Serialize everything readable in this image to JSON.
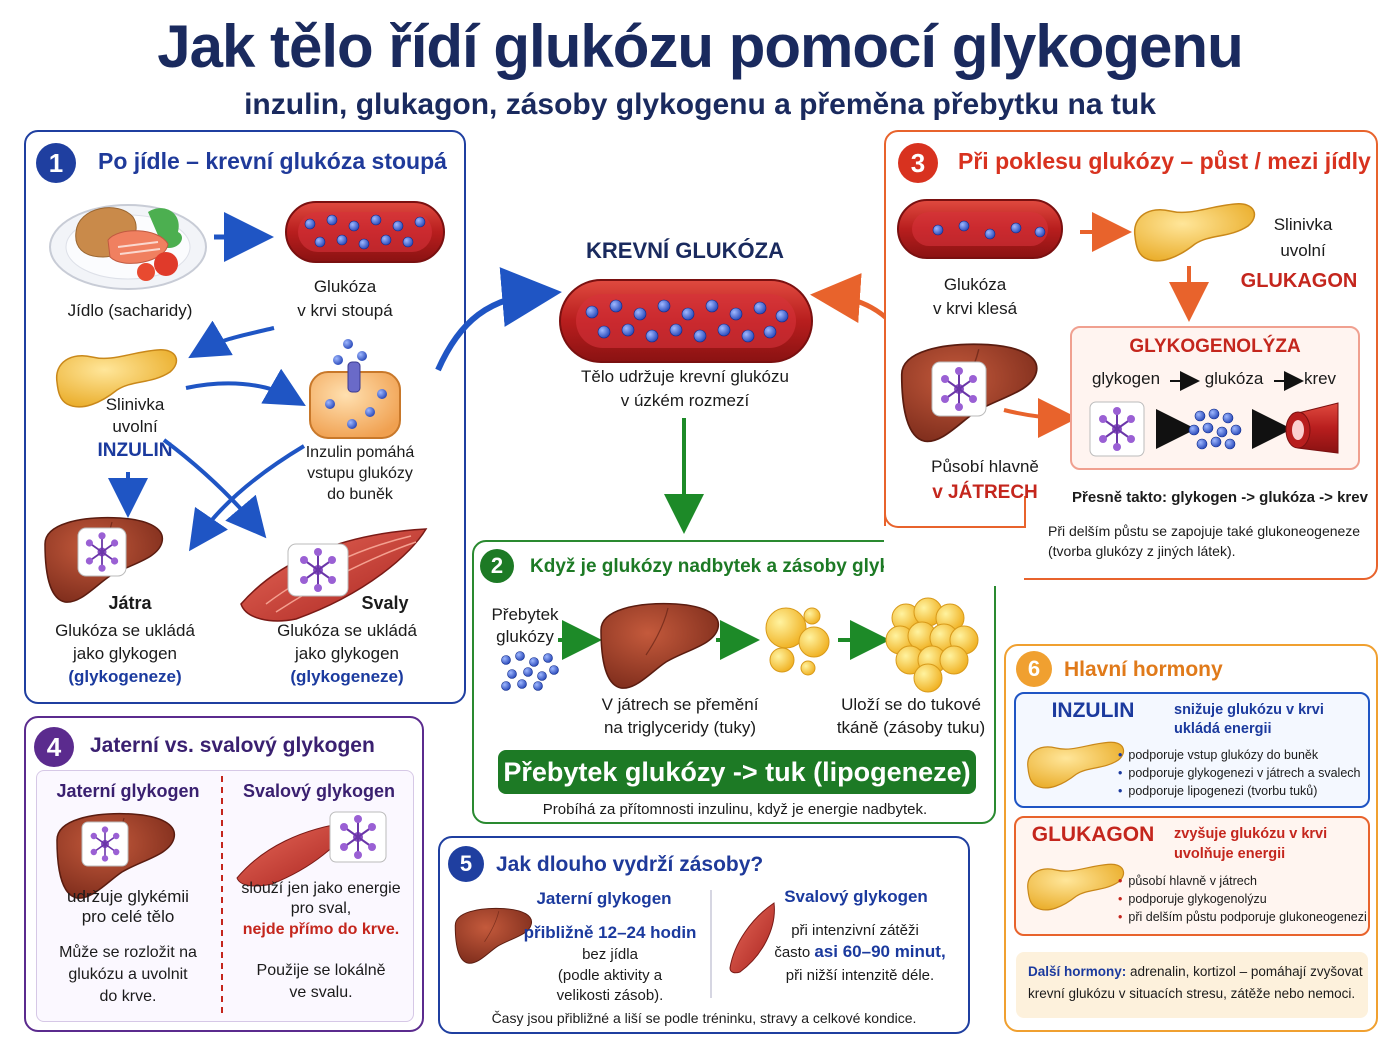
{
  "title": "Jak tělo řídí glukózu pomocí glykogenu",
  "subtitle": "inzulin, glukagon, zásoby glykogenu a přeměna přebytku na tuk",
  "colors": {
    "navy": "#1a2a5e",
    "blue": "#1b3a9e",
    "red": "#c4261d",
    "orange": "#e8632c",
    "green": "#1d7a25",
    "purple": "#5b2b8e",
    "amber": "#f0a030"
  },
  "center": {
    "heading": "KREVNÍ GLUKÓZA",
    "caption_line1": "Tělo udržuje krevní glukózu",
    "caption_line2": "v úzkém rozmezí"
  },
  "panel1": {
    "number": "1",
    "title": "Po jídle – krevní glukóza stoupá",
    "food": "Jídlo (sacharidy)",
    "blood_line1": "Glukóza",
    "blood_line2": "v krvi stoupá",
    "pancreas_line1": "Slinivka",
    "pancreas_line2": "uvolní",
    "pancreas_hormone": "INZULIN",
    "cell_line1": "Inzulin pomáhá",
    "cell_line2": "vstupu glukózy",
    "cell_line3": "do buněk",
    "liver_name": "Játra",
    "liver_line1": "Glukóza se ukládá",
    "liver_line2": "jako glykogen",
    "liver_process": "(glykogeneze)",
    "muscle_name": "Svaly",
    "muscle_line1": "Glukóza se ukládá",
    "muscle_line2": "jako glykogen",
    "muscle_process": "(glykogeneze)"
  },
  "panel2": {
    "number": "2",
    "title": "Když je glukózy nadbytek a zásoby glykogenu jsou plné",
    "excess_line1": "Přebytek",
    "excess_line2": "glukózy",
    "liver_line1": "V játrech se přemění",
    "liver_line2": "na triglyceridy (tuky)",
    "fat_line1": "Uloží se do tukové",
    "fat_line2": "tkáně (zásoby tuku)",
    "banner": "Přebytek glukózy -> tuk (lipogeneze)",
    "note": "Probíhá za přítomnosti inzulinu, když je energie nadbytek."
  },
  "panel3": {
    "number": "3",
    "title": "Při poklesu glukózy – půst / mezi jídly",
    "blood_line1": "Glukóza",
    "blood_line2": "v krvi klesá",
    "pancreas_line1": "Slinivka",
    "pancreas_line2": "uvolní",
    "pancreas_hormone": "GLUKAGON",
    "liver_line1": "Působí hlavně",
    "liver_line2": "v JÁTRECH",
    "box_title": "GLYKOGENOLÝZA",
    "flow_a": "glykogen",
    "flow_b": "glukóza",
    "flow_c": "krev",
    "exact_prefix": "Přesně takto:",
    "exact_text": "glykogen -> glukóza -> krev",
    "note_line1": "Při delším půstu se zapojuje také glukoneogeneze",
    "note_line2": "(tvorba glukózy z jiných látek)."
  },
  "panel4": {
    "number": "4",
    "title": "Jaterní vs. svalový glykogen",
    "left_title": "Jaterní glykogen",
    "left_line1": "udržuje glykémii",
    "left_line2": "pro celé tělo",
    "left_line3": "Může se rozložit na",
    "left_line4": "glukózu a uvolnit",
    "left_line5": "do krve.",
    "right_title": "Svalový glykogen",
    "right_line1": "slouží jen jako energie",
    "right_line2": "pro sval,",
    "right_line3": "nejde přímo do krve.",
    "right_line4": "Použije se lokálně",
    "right_line5": "ve svalu."
  },
  "panel5": {
    "number": "5",
    "title": "Jak dlouho vydrží zásoby?",
    "left_title": "Jaterní glykogen",
    "left_line1": "přibližně 12–24 hodin",
    "left_line2": "bez jídla",
    "left_line3": "(podle aktivity a",
    "left_line4": "velikosti zásob).",
    "right_title": "Svalový glykogen",
    "right_line1": "při intenzivní zátěži",
    "right_line2_prefix": "často",
    "right_line2_value": "asi 60–90 minut,",
    "right_line3": "při nižší intenzitě déle.",
    "note": "Časy jsou přibližné a liší se podle tréninku, stravy a celkové kondice."
  },
  "panel6": {
    "number": "6",
    "title": "Hlavní hormony",
    "insulin_name": "INZULIN",
    "insulin_effect_line1": "snižuje glukózu v krvi",
    "insulin_effect_line2": "ukládá energii",
    "insulin_points": [
      "podporuje vstup glukózy do buněk",
      "podporuje glykogenezi v játrech a svalech",
      "podporuje lipogenezi (tvorbu tuků)"
    ],
    "glucagon_name": "GLUKAGON",
    "glucagon_effect_line1": "zvyšuje glukózu v krvi",
    "glucagon_effect_line2": "uvolňuje energii",
    "glucagon_points": [
      "působí hlavně v játrech",
      "podporuje glykogenolýzu",
      "při delším půstu podporuje glukoneogenezi"
    ],
    "other_label": "Další hormony:",
    "other_line1": "adrenalin, kortizol – pomáhají zvyšovat",
    "other_line2": "krevní glukózu v situacích stresu, zátěže nebo nemoci."
  }
}
